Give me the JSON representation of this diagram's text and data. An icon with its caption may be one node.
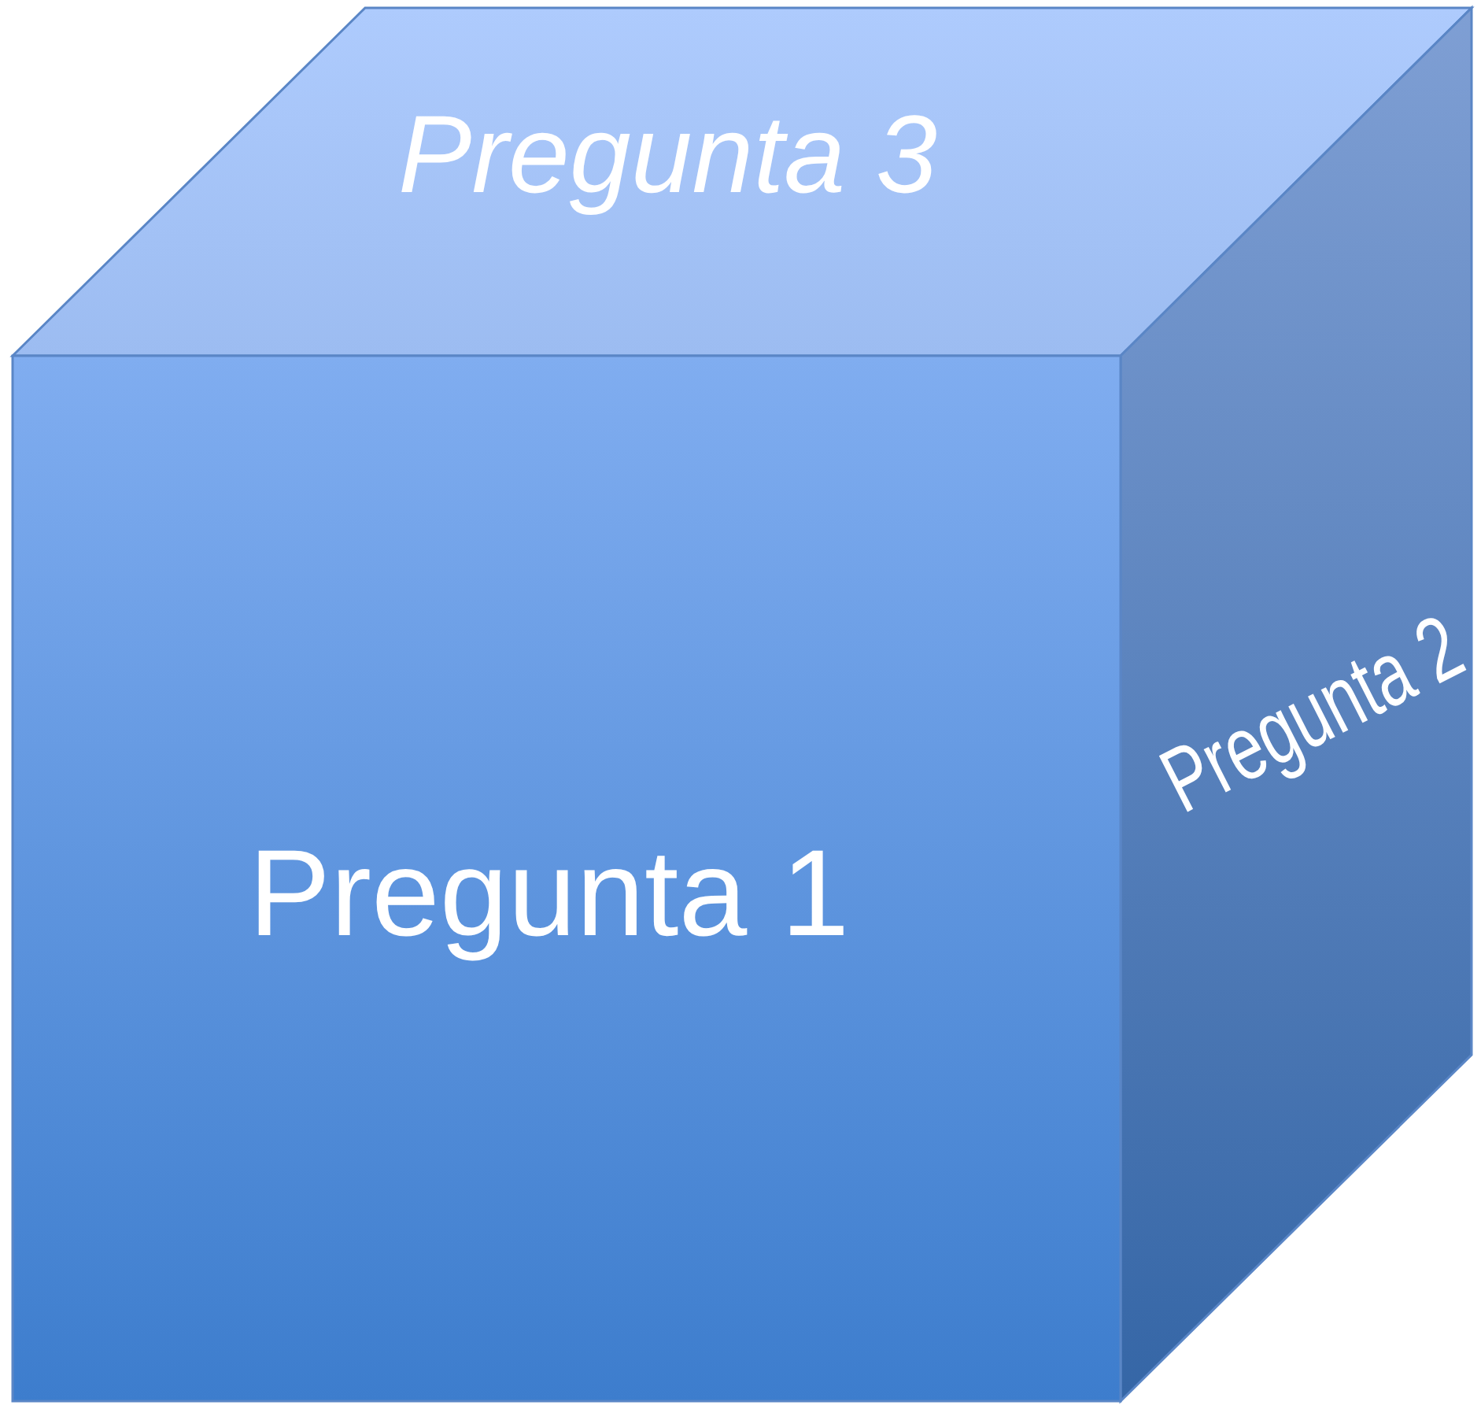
{
  "diagram": {
    "nodes": [
      {
        "text": [
          "Pregunta 1"
        ]
      },
      {
        "text": [
          "Pregunta 2"
        ]
      },
      {
        "text": [
          "Pregunta 3"
        ]
      }
    ]
  }
}
